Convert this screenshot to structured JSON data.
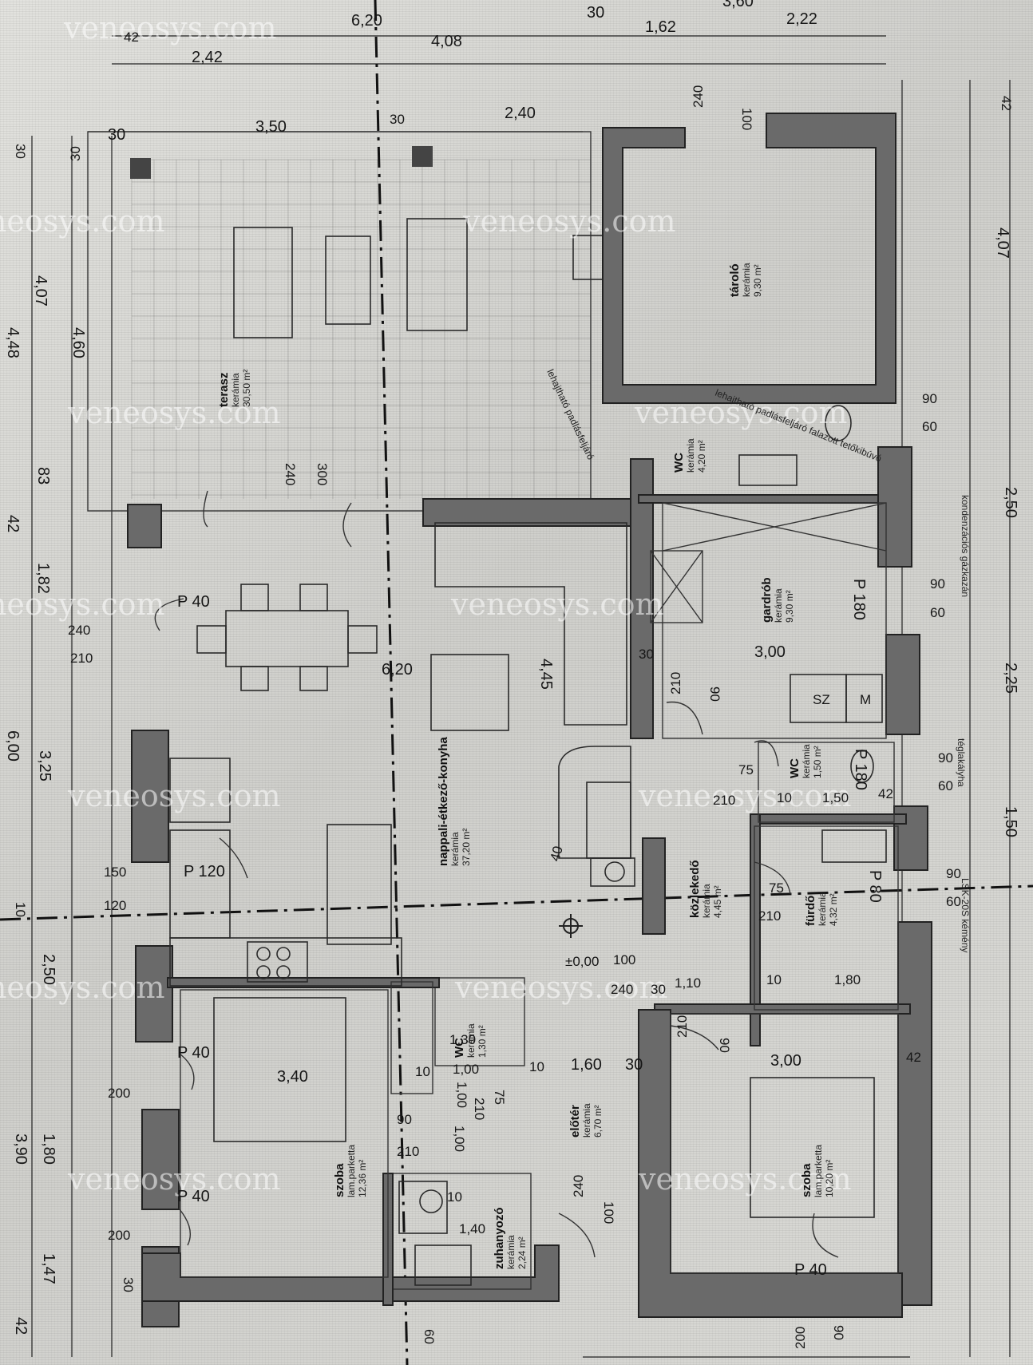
{
  "watermark": "veneosys.com",
  "rooms": {
    "terrace": {
      "name": "terasz",
      "material": "kerámia",
      "area": "30,50 m²"
    },
    "storage": {
      "name": "tároló",
      "material": "kerámia",
      "area": "9,30 m²"
    },
    "wc_top": {
      "name": "WC",
      "material": "kerámia",
      "area": "4,20 m²"
    },
    "wardrobe": {
      "name": "gardrób",
      "material": "kerámia",
      "area": "9,30 m²"
    },
    "living": {
      "name": "nappali-étkező-konyha",
      "material": "kerámia",
      "area": "37,20 m²"
    },
    "corridor": {
      "name": "közlekedő",
      "material": "kerámia",
      "area": "4,45 m²"
    },
    "wc_mid": {
      "name": "WC",
      "material": "kerámia",
      "area": "1,50 m²"
    },
    "bath": {
      "name": "fürdő",
      "material": "kerámia",
      "area": "4,32 m²"
    },
    "wc_low": {
      "name": "WC",
      "material": "kerámia",
      "area": "1,30 m²"
    },
    "hall": {
      "name": "előtér",
      "material": "kerámia",
      "area": "6,70 m²"
    },
    "bedroom_left": {
      "name": "szoba",
      "material": "lam.parketta",
      "area": "12,36 m²"
    },
    "bedroom_right": {
      "name": "szoba",
      "material": "lam.parketta",
      "area": "10,20 m²"
    },
    "shower": {
      "name": "zuhanyozó",
      "material": "kerámia",
      "area": "2,24 m²"
    }
  },
  "notes": {
    "ladder1": "lehajtható padlásfeljáró",
    "ladder2": "lehajtható padlásfeljáró falazott tetőkibúvó",
    "gas": "kondenzációs gázkazán",
    "brick": "téglakályha",
    "chimney": "LSK-20S kémény",
    "level": "±0,00"
  },
  "appliances": {
    "sz": "SZ",
    "m": "M"
  },
  "dims": {
    "top": [
      "42",
      "2,42",
      "6,20",
      "4,08",
      "30",
      "1,62",
      "2,22",
      "3,60",
      "3,50",
      "30",
      "2,40",
      "240",
      "100",
      "30",
      "30"
    ],
    "left": [
      "30",
      "4,07",
      "4,48",
      "4,60",
      "83",
      "42",
      "1,82",
      "6,00",
      "3,25",
      "10",
      "2,50",
      "3,90",
      "1,80",
      "1,47",
      "42",
      "30",
      "200",
      "200",
      "240",
      "210",
      "150",
      "120"
    ],
    "right": [
      "4,07",
      "2,50",
      "2,25",
      "1,50",
      "42",
      "90",
      "60",
      "90",
      "60",
      "90",
      "60",
      "90",
      "60"
    ],
    "inner": [
      "300",
      "240",
      "P 40",
      "6,20",
      "4,45",
      "3,00",
      "P 180",
      "30",
      "210",
      "90",
      "P 180",
      "75",
      "210",
      "10",
      "1,50",
      "42",
      "P 120",
      "40",
      "75",
      "210",
      "P 80",
      "1,80",
      "10",
      "100",
      "1,10",
      "240",
      "30",
      "210",
      "90",
      "3,00",
      "3,40",
      "P 40",
      "10",
      "1,00",
      "10",
      "1,60",
      "30",
      "1,30",
      "1,00",
      "1,00",
      "75",
      "210",
      "90",
      "P 40",
      "210",
      "10",
      "1,40",
      "240",
      "100",
      "P 40",
      "200",
      "90",
      "60",
      "42"
    ]
  }
}
